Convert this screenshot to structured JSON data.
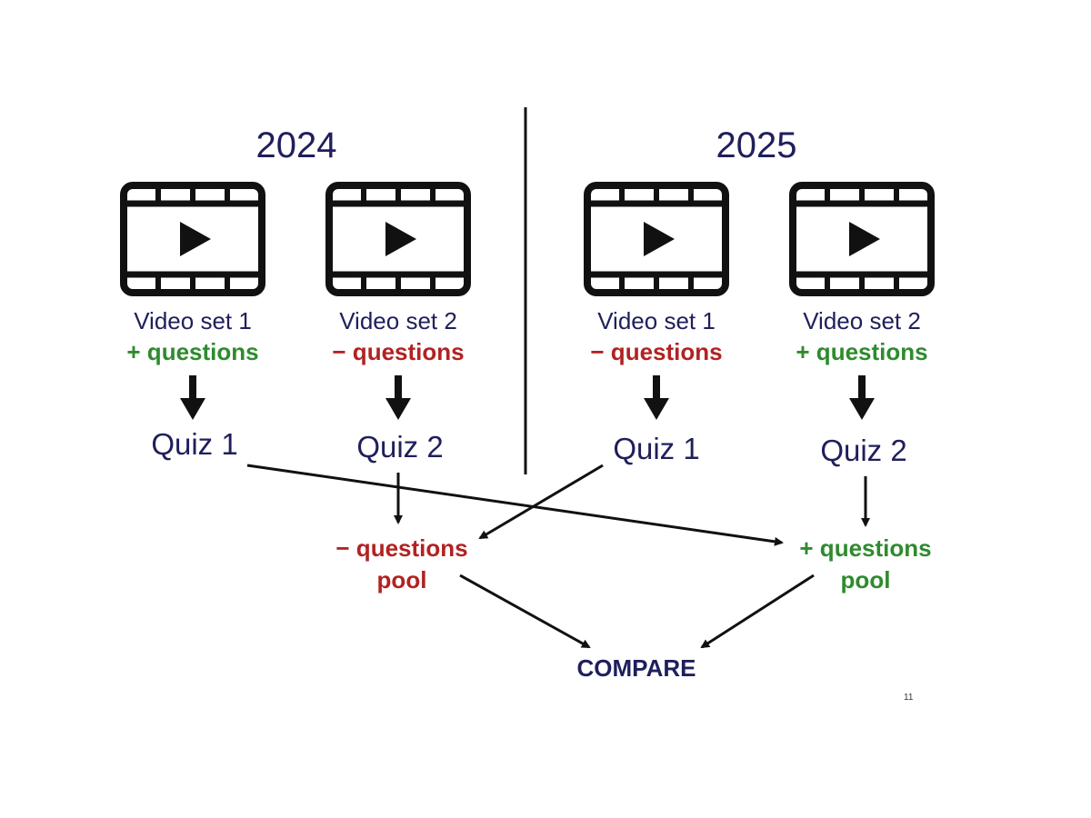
{
  "colors": {
    "navy": "#1f1f5c",
    "green": "#2e8b2e",
    "red": "#b22222",
    "black": "#111111"
  },
  "years": {
    "left": "2024",
    "right": "2025"
  },
  "videos": [
    {
      "label": "Video set 1",
      "q": "+ questions",
      "q_color": "green",
      "quiz": "Quiz 1"
    },
    {
      "label": "Video set 2",
      "q": "− questions",
      "q_color": "red",
      "quiz": "Quiz 2"
    },
    {
      "label": "Video set 1",
      "q": "− questions",
      "q_color": "red",
      "quiz": "Quiz 1"
    },
    {
      "label": "Video set 2",
      "q": "+ questions",
      "q_color": "green",
      "quiz": "Quiz 2"
    }
  ],
  "pools": {
    "minus": {
      "line1": "− questions",
      "line2": "pool"
    },
    "plus": {
      "line1": "+ questions",
      "line2": "pool"
    }
  },
  "compare": "COMPARE",
  "page_number": "11",
  "icons": [
    "video-film-icon",
    "play-icon",
    "arrow-down-icon"
  ]
}
